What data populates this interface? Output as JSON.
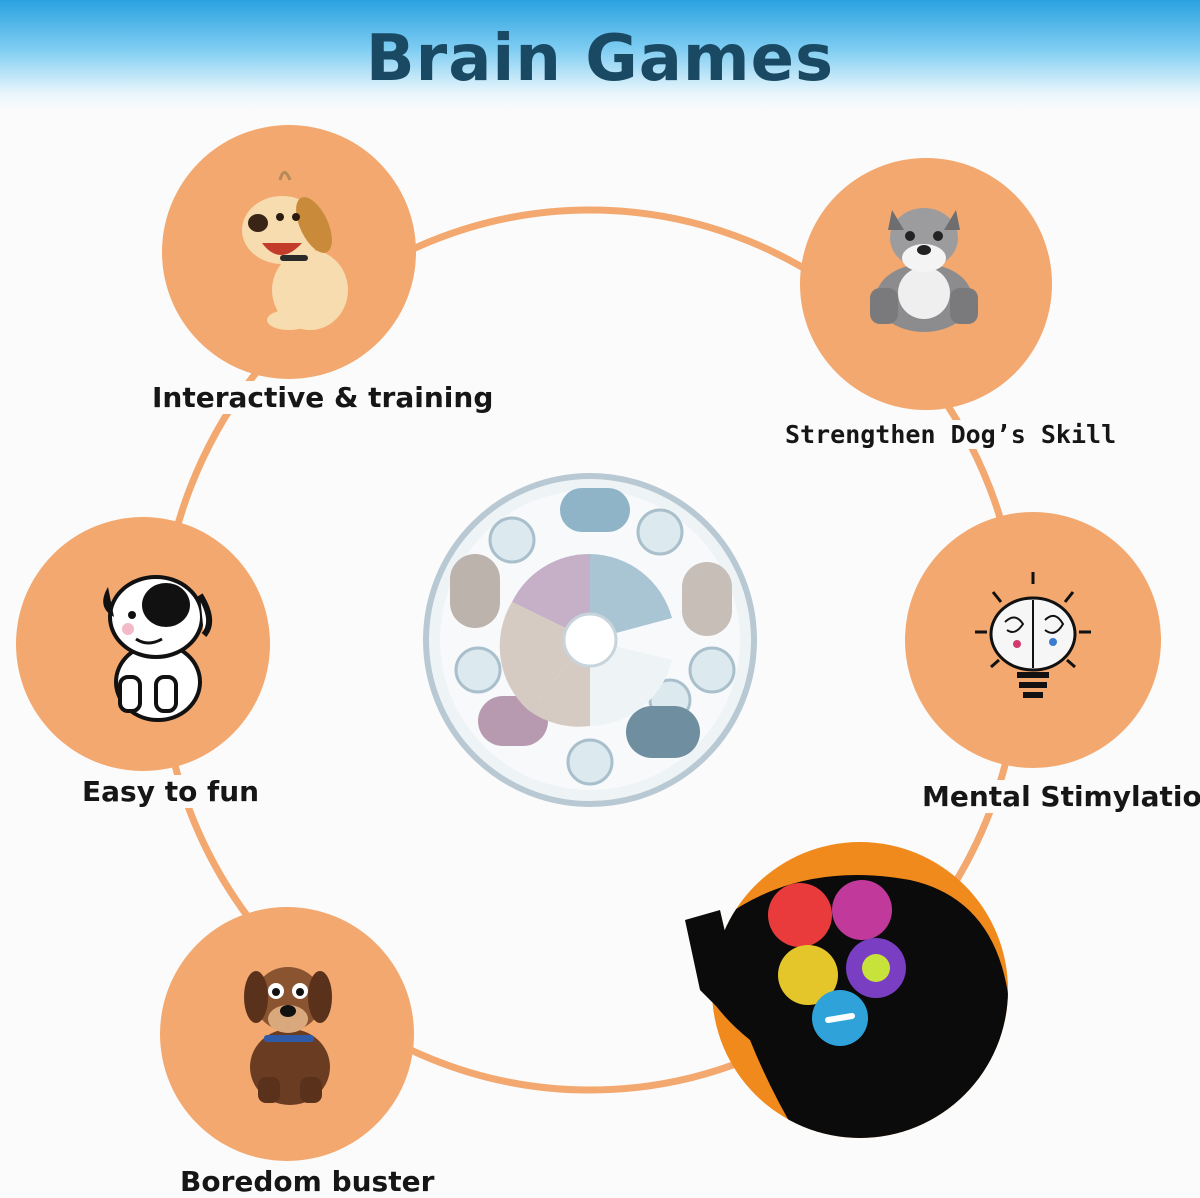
{
  "header": {
    "title": "Brain Games"
  },
  "features": [
    {
      "label": "Interactive & training",
      "icon": "happy-dog-icon"
    },
    {
      "label": "Strengthen Dog’s Skill",
      "icon": "schnauzer-dog-icon"
    },
    {
      "label": "Easy to fun",
      "icon": "spotted-puppy-icon"
    },
    {
      "label": "Mental Stimylation",
      "icon": "brain-bulb-icon"
    },
    {
      "label": "Boredom buster",
      "icon": "brown-dog-icon"
    }
  ],
  "center": {
    "icon": "dog-puzzle-feeder-icon"
  },
  "colors": {
    "badge": "#f3a86f",
    "ring": "#f3a86f",
    "title": "#1a4a63",
    "banner": "#2aa2e0"
  }
}
